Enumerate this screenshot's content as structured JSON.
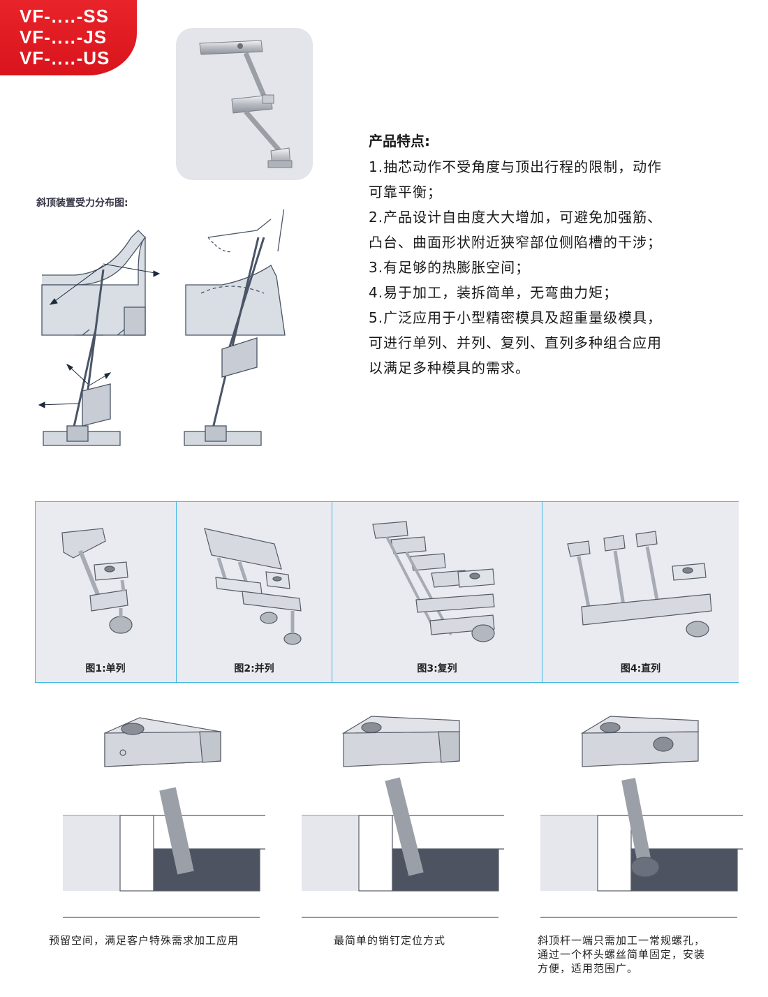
{
  "badge": {
    "lines": [
      "VF-‥‥-SS",
      "VF-‥‥-JS",
      "VF-‥‥-US"
    ]
  },
  "force_label": "斜顶装置受力分布图:",
  "features": {
    "title": "产品特点:",
    "lines": [
      "1.抽芯动作不受角度与顶出行程的限制，动作",
      "可靠平衡；",
      "2.产品设计自由度大大增加，可避免加强筋、",
      "凸台、曲面形状附近狭窄部位侧陷槽的干涉；",
      "3.有足够的热膨胀空间；",
      "4.易于加工，装拆简单，无弯曲力矩；",
      "5.广泛应用于小型精密模具及超重量级模具，",
      "可进行单列、并列、复列、直列多种组合应用",
      "以满足多种模具的需求。"
    ]
  },
  "panels": [
    {
      "caption": "图1:单列"
    },
    {
      "caption": "图2:并列"
    },
    {
      "caption": "图3:复列"
    },
    {
      "caption": "图4:直列"
    }
  ],
  "bottom": [
    {
      "caption_lines": [
        "预留空间，满足客户特殊需求加工应用"
      ]
    },
    {
      "caption_lines": [
        "最简单的销钉定位方式"
      ]
    },
    {
      "caption_lines": [
        "斜顶杆一端只需加工一常规螺孔，",
        "通过一个杯头螺丝简单固定，安装",
        "方便，适用范围广。"
      ]
    }
  ],
  "colors": {
    "badge_red": "#e0181f",
    "panel_border": "#3fb6e4",
    "panel_bg": "#e9ebf1"
  }
}
